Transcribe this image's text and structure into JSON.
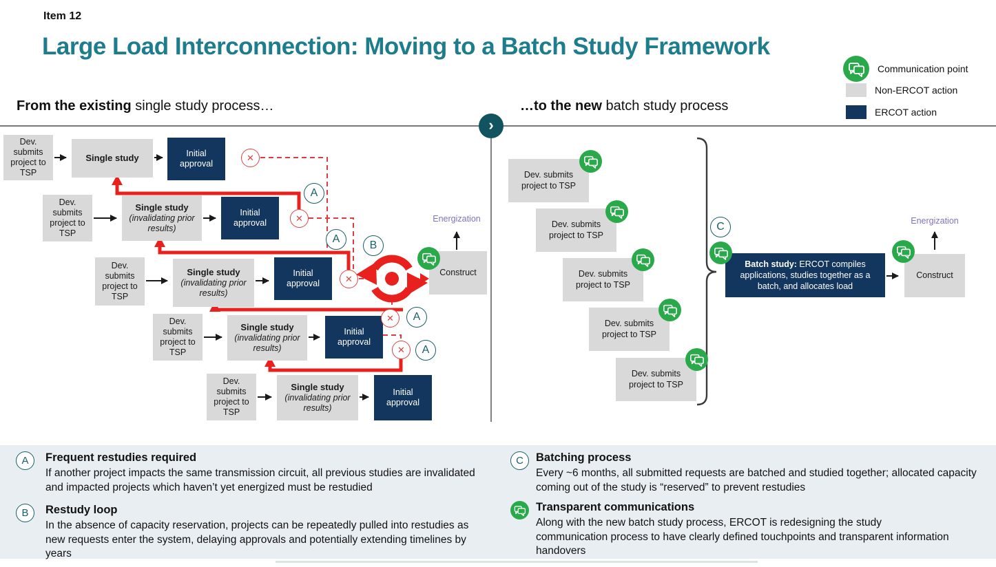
{
  "slide": {
    "kicker": "Item 12",
    "title": "Large Load Interconnection: Moving to a Batch Study Framework"
  },
  "legend": {
    "communication": "Communication point",
    "non_ercot": "Non-ERCOT action",
    "ercot": "ERCOT action"
  },
  "markers": {
    "a": "A",
    "b": "B",
    "c": "C"
  },
  "colors": {
    "teal_title": "#1E7D8C",
    "navy_ercot": "#13365E",
    "gray_non_ercot": "#D9D9D9",
    "green_comm": "#2AA94B",
    "red_loop": "#E8201E",
    "marker_teal": "#185F66",
    "purple_energization": "#7D74C5",
    "panel_bg": "#E9EEF3"
  },
  "left": {
    "heading_bold": "From the existing",
    "heading_rest": " single study process…",
    "dev_label": "Dev. submits project to TSP",
    "energization": "Energization",
    "construct": "Construct",
    "rows": [
      {
        "study": "Single study",
        "note": "",
        "approval": "Initial approval"
      },
      {
        "study": "Single study",
        "note": "(invalidating prior results)",
        "approval": "Initial approval"
      },
      {
        "study": "Single study",
        "note": "(invalidating prior results)",
        "approval": "Initial approval"
      },
      {
        "study": "Single study",
        "note": "(invalidating prior results)",
        "approval": "Initial approval"
      },
      {
        "study": "Single study",
        "note": "(invalidating prior results)",
        "approval": "Initial approval"
      }
    ]
  },
  "right": {
    "heading_bold": "…to the new",
    "heading_rest": " batch study process",
    "dev_label": "Dev. submits project to TSP",
    "batch_bold": "Batch study:",
    "batch_rest": " ERCOT compiles applications, studies together as a batch, and allocates load",
    "construct": "Construct",
    "energization": "Energization"
  },
  "callouts": [
    {
      "marker": "A",
      "title": "Frequent restudies required",
      "body": "If another project impacts the same transmission circuit, all previous studies are invalidated and impacted projects which haven’t yet energized must be restudied"
    },
    {
      "marker": "B",
      "title": "Restudy loop",
      "body": "In the absence of capacity reservation, projects can be repeatedly pulled into restudies as new requests enter the system, delaying approvals and potentially extending timelines by years"
    },
    {
      "marker": "C",
      "title": "Batching process",
      "body": "Every ~6 months, all submitted requests are batched and studied together; allocated capacity coming out of the study is “reserved” to prevent restudies"
    },
    {
      "marker": "comm",
      "title": "Transparent communications",
      "body": "Along with the new batch study process, ERCOT is redesigning the study communication process to have clearly defined touchpoints and transparent information handovers"
    }
  ]
}
